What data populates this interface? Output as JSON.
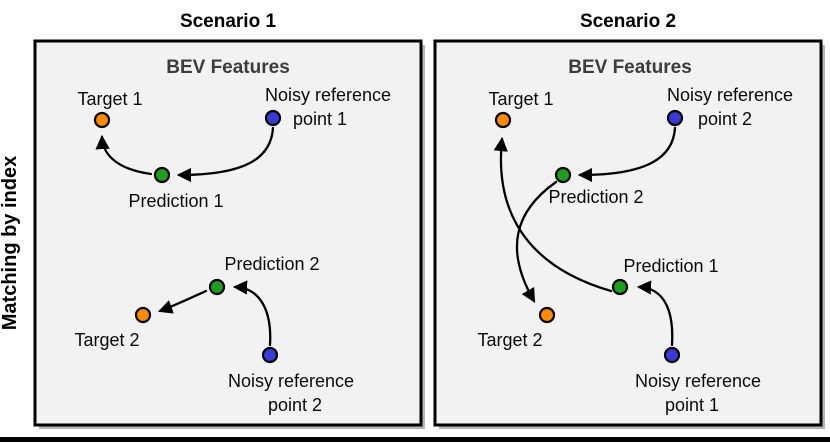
{
  "figure": {
    "axis_label": "Matching by index"
  },
  "colors": {
    "target": "#FF8C00",
    "prediction": "#1E9E1E",
    "reference": "#3A3AD5",
    "panel_bg": "#F2F2F2",
    "panel_border": "#000000",
    "panel_shadow": "#B4B4B4",
    "subtitle_gray": "#3C3C3C"
  },
  "scenario1": {
    "title": "Scenario 1",
    "subtitle": "BEV Features",
    "target1_label": "Target 1",
    "noisy_top_line1": "Noisy reference",
    "noisy_top_line2": "point 1",
    "prediction1_label": "Prediction 1",
    "prediction2_label": "Prediction 2",
    "target2_label": "Target 2",
    "noisy_bottom_line1": "Noisy reference",
    "noisy_bottom_line2": "point 2"
  },
  "scenario2": {
    "title": "Scenario 2",
    "subtitle": "BEV Features",
    "target1_label": "Target 1",
    "noisy_top_line1": "Noisy reference",
    "noisy_top_line2": "point 2",
    "prediction2_label": "Prediction 2",
    "prediction1_label": "Prediction 1",
    "target2_label": "Target 2",
    "noisy_bottom_line1": "Noisy reference",
    "noisy_bottom_line2": "point 1"
  }
}
